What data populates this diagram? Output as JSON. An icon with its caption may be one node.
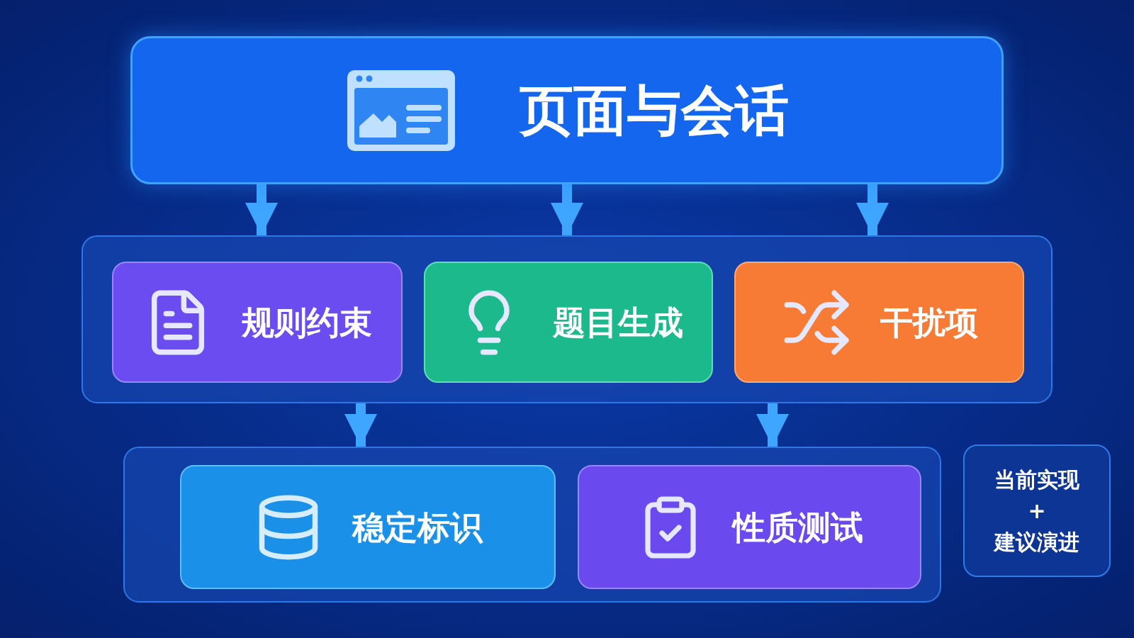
{
  "diagram": {
    "nodes": [
      {
        "text": [
          "页面与会话"
        ]
      },
      {
        "text": [],
        "shape": "box"
      },
      {
        "text": [
          "规则约束"
        ],
        "in": 1
      },
      {
        "text": [
          "题目生成"
        ],
        "in": 1
      },
      {
        "text": [
          "干扰项"
        ],
        "in": 1
      },
      {
        "text": [],
        "shape": "box"
      },
      {
        "text": [
          "稳定标识"
        ],
        "in": 5
      },
      {
        "text": [
          "性质测试"
        ],
        "in": 5
      },
      {
        "text": [
          "当前实现",
          "+",
          "建议演进"
        ]
      }
    ],
    "edges": [
      {
        "from": 0,
        "to": 1,
        "arrow": "to"
      },
      {
        "from": 0,
        "to": 1,
        "arrow": "to"
      },
      {
        "from": 0,
        "to": 1,
        "arrow": "to"
      },
      {
        "from": 1,
        "to": 5,
        "arrow": "to"
      },
      {
        "from": 1,
        "to": 5,
        "arrow": "to"
      }
    ]
  }
}
